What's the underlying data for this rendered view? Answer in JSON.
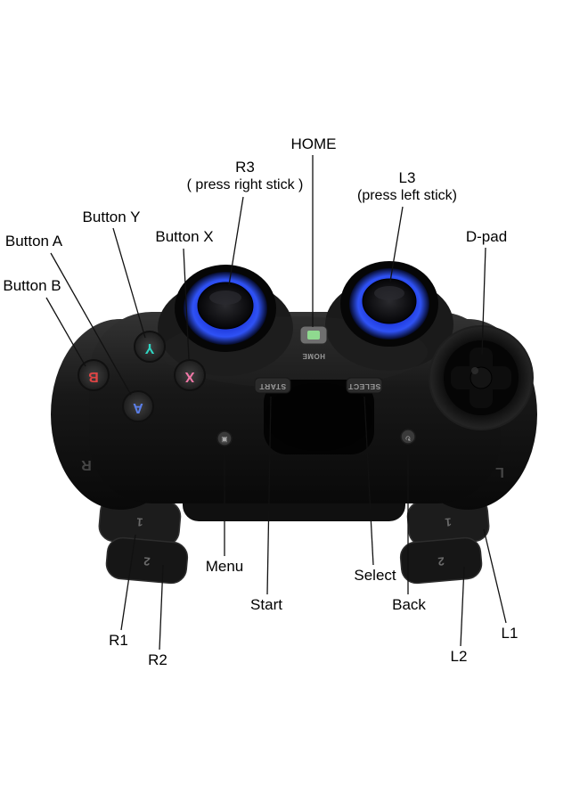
{
  "page": {
    "background": "#ffffff",
    "description": "Labeled diagram of a wireless USB gamepad shown rotated 180 degrees"
  },
  "labels": {
    "home": "HOME",
    "r3_title": "R3",
    "r3_sub": "( press right stick )",
    "l3_title": "L3",
    "l3_sub": "(press left stick)",
    "button_y": "Button Y",
    "button_a": "Button A",
    "button_b": "Button B",
    "button_x": "Button X",
    "dpad": "D-pad",
    "menu": "Menu",
    "start": "Start",
    "select": "Select",
    "back": "Back",
    "r1": "R1",
    "r2": "R2",
    "l1": "L1",
    "l2": "L2"
  },
  "controller": {
    "texts": {
      "home_button": "HOME",
      "start_button": "START",
      "select_button": "SELECT",
      "grip_left_letter": "R",
      "grip_right_letter": "L",
      "shoulder_r1": "1",
      "shoulder_r2": "2",
      "shoulder_l1": "1",
      "shoulder_l2": "2",
      "face_y": "Y",
      "face_x": "X",
      "face_a": "A",
      "face_b": "B",
      "menu_glyph": "▣",
      "back_glyph": "↻"
    },
    "colors": {
      "body": "#171717",
      "stick_glow": "#2f52f5",
      "face_y": "#2fd6c3",
      "face_b": "#e04545",
      "face_x": "#f278a8",
      "face_a": "#5b7fe8",
      "home_led": "#8fd98f"
    }
  }
}
